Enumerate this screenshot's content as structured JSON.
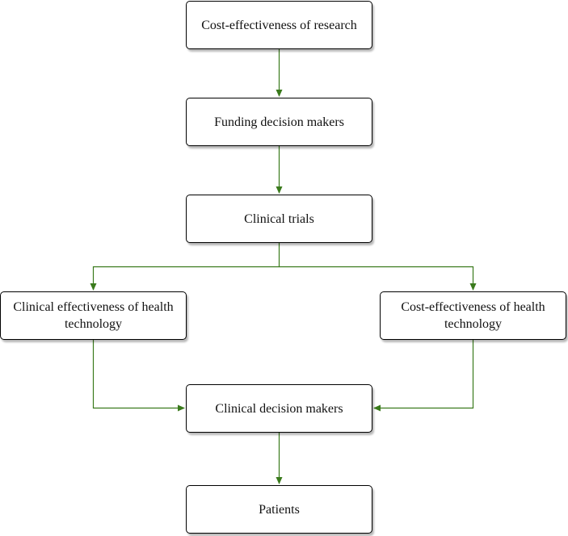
{
  "diagram": {
    "edge_color": "#3a7a1c",
    "nodes": {
      "research": "Cost-effectiveness of research",
      "funding": "Funding decision makers",
      "trials": "Clinical trials",
      "clinical_effectiveness": "Clinical effectiveness of health technology",
      "cost_effectiveness": "Cost-effectiveness of health technology",
      "clinical_decision": "Clinical decision makers",
      "patients": "Patients"
    },
    "edges": [
      {
        "from": "research",
        "to": "funding"
      },
      {
        "from": "funding",
        "to": "trials"
      },
      {
        "from": "trials",
        "to": "clinical_effectiveness"
      },
      {
        "from": "trials",
        "to": "cost_effectiveness"
      },
      {
        "from": "clinical_effectiveness",
        "to": "clinical_decision"
      },
      {
        "from": "cost_effectiveness",
        "to": "clinical_decision"
      },
      {
        "from": "clinical_decision",
        "to": "patients"
      }
    ]
  }
}
